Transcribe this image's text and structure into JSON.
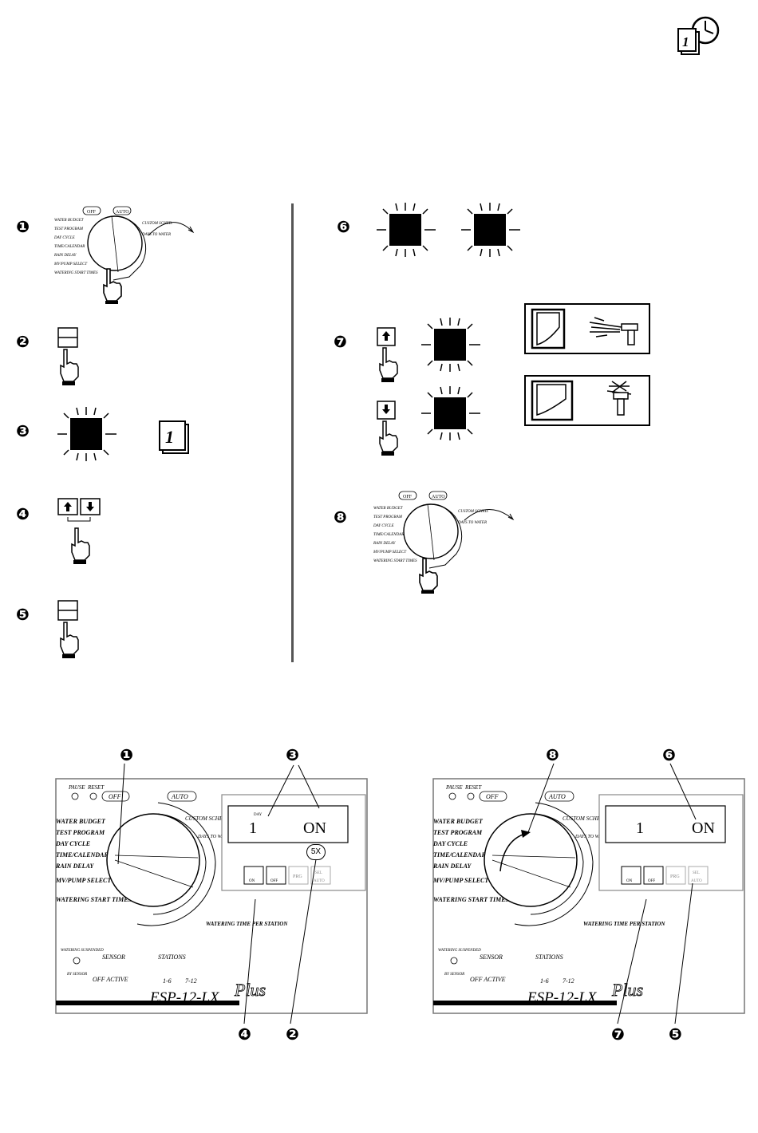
{
  "steps": [
    "❶",
    "❷",
    "❸",
    "❹",
    "❺",
    "❻",
    "❼",
    "❽"
  ],
  "dial": {
    "off": "OFF",
    "auto": "AUTO",
    "labels_left": [
      "WATER BUDGET",
      "TEST PROGRAM",
      "DAY CYCLE",
      "TIME/CALENDAR",
      "RAIN DELAY",
      "MV/PUMP SELECT",
      "WATERING START TIMES"
    ],
    "labels_right": [
      "CUSTOM SCHED.",
      "DAYS TO WATER"
    ]
  },
  "controller": {
    "model": "ESP-12-LX",
    "plus": "Plus",
    "top_left": "PAUSE",
    "reset": "RESET",
    "off": "OFF",
    "auto": "AUTO",
    "left_labels": [
      "WATER BUDGET",
      "TEST PROGRAM",
      "DAY CYCLE",
      "TIME/CALENDAR",
      "RAIN DELAY",
      "MV/PUMP SELECT",
      "WATERING START TIMES"
    ],
    "custom": "CUSTOM SCHED.",
    "days": "DAYS TO WATER",
    "watering_time": "WATERING TIME PER STATION",
    "sensor": "SENSOR",
    "off_active": "OFF ACTIVE",
    "stations": "STATIONS",
    "st_1_6": "1-6",
    "st_7_12": "7-12",
    "watering_suspended": "WATERING SUSPENDED",
    "by_sensor": "BY SENSOR",
    "btn_on": "ON",
    "btn_off": "OFF",
    "btn_prg": "PRG",
    "btn_sel": "SEL",
    "btn_auto": "AUTO"
  },
  "display_left": {
    "day_label": "DAY",
    "value": "1",
    "status": "ON"
  },
  "display_right": {
    "value": "1",
    "status": "ON"
  },
  "press_5x": "5X",
  "callouts_left": {
    "a": "❶",
    "b": "❸",
    "c": "❹",
    "d": "❷"
  },
  "callouts_right": {
    "a": "❽",
    "b": "❻",
    "c": "❼",
    "d": "❺"
  }
}
